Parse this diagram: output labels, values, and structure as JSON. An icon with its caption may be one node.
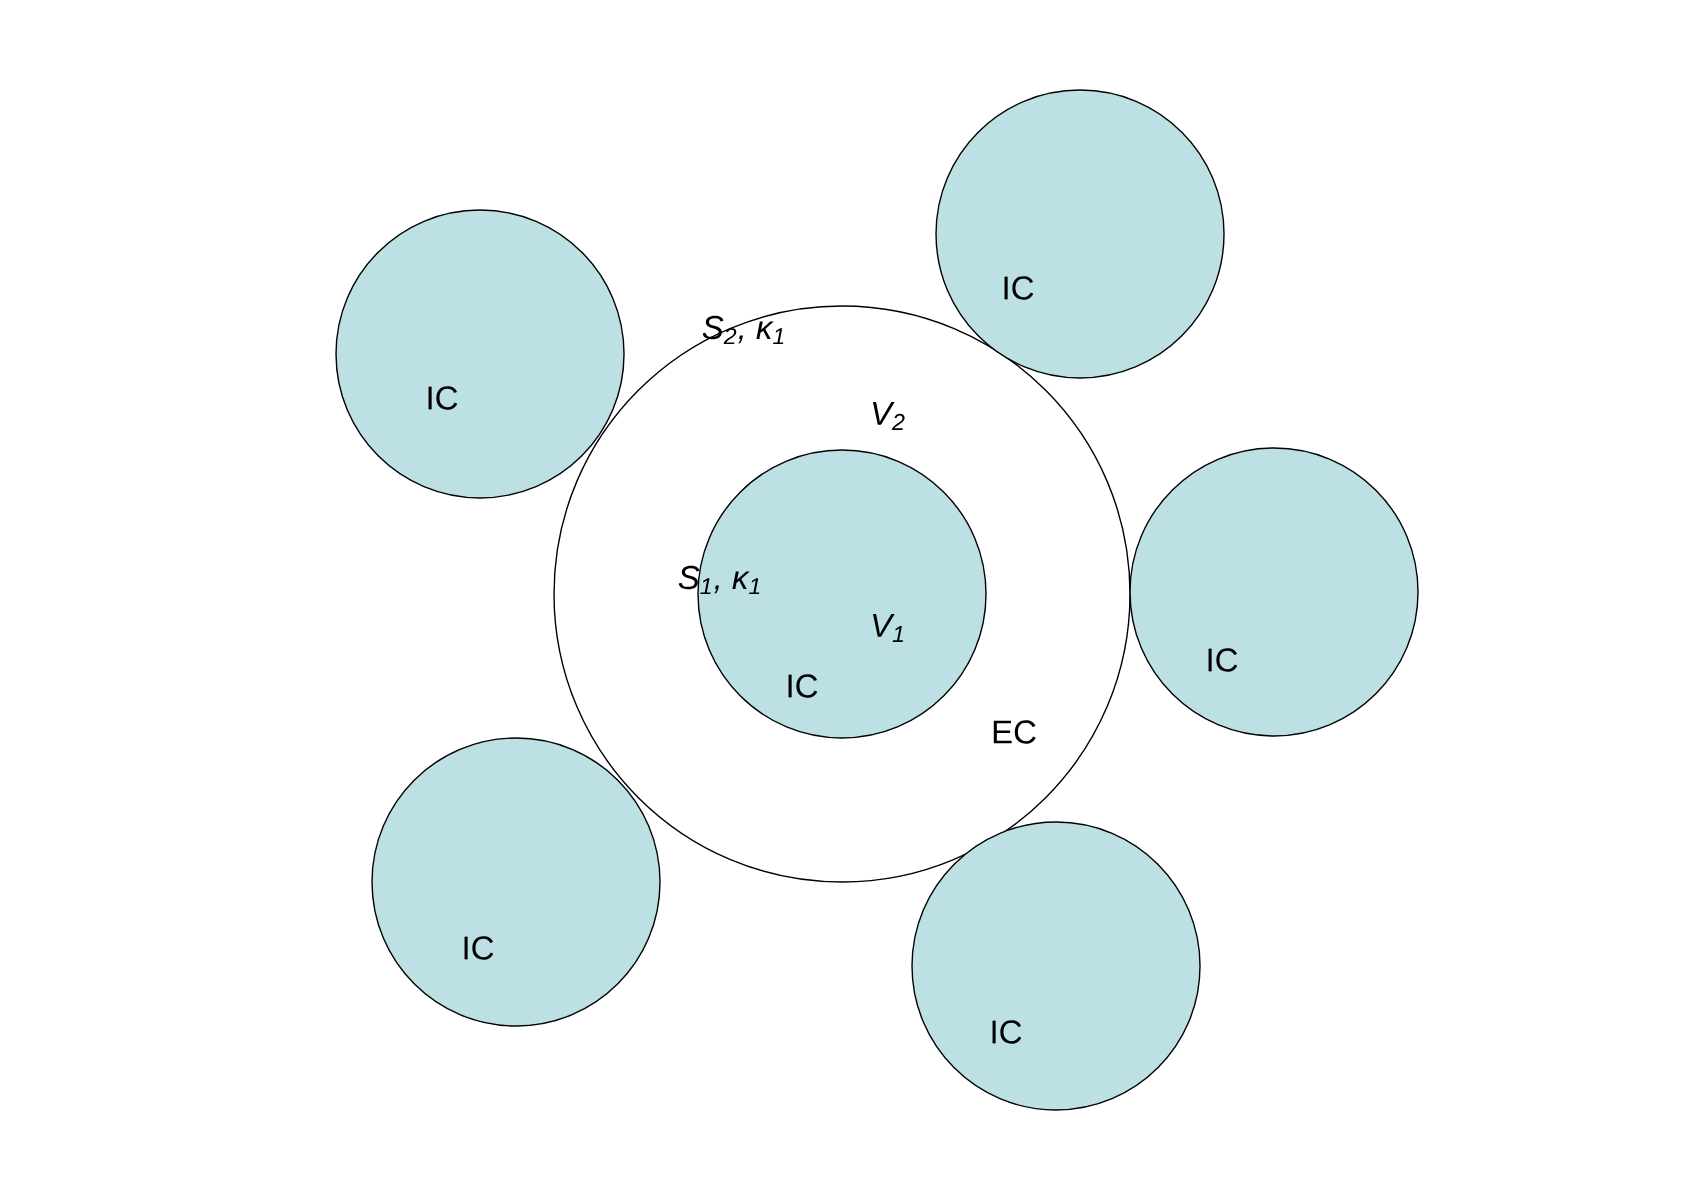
{
  "diagram": {
    "nodes": [
      {
        "text": [
          "S$_{2}$, κ$_{1}$",
          "V$_{2}$",
          "EC"
        ]
      },
      {
        "text": [
          "S$_{1}$, κ$_{1}$",
          "V$_{1}$",
          "IC"
        ],
        "in": 0
      },
      {
        "text": [
          "IC"
        ]
      },
      {
        "text": [
          "IC"
        ]
      },
      {
        "text": [
          "IC"
        ]
      },
      {
        "text": [
          "IC"
        ]
      },
      {
        "text": [
          "IC"
        ]
      }
    ]
  }
}
